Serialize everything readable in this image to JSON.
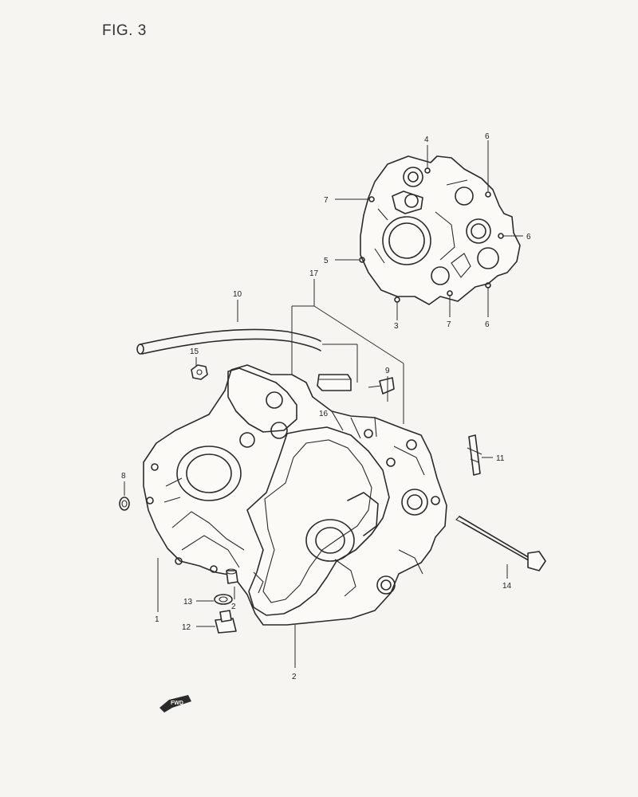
{
  "figure": {
    "title": "FIG. 3"
  },
  "callouts": {
    "c1": "1",
    "c2a": "2",
    "c2b": "2",
    "c3": "3",
    "c4": "4",
    "c5": "5",
    "c6a": "6",
    "c6b": "6",
    "c6c": "6",
    "c7a": "7",
    "c7b": "7",
    "c8": "8",
    "c9": "9",
    "c10": "10",
    "c11": "11",
    "c12": "12",
    "c13": "13",
    "c14": "14",
    "c15": "15",
    "c16": "16",
    "c17": "17"
  },
  "fwd_marker": "FWD"
}
